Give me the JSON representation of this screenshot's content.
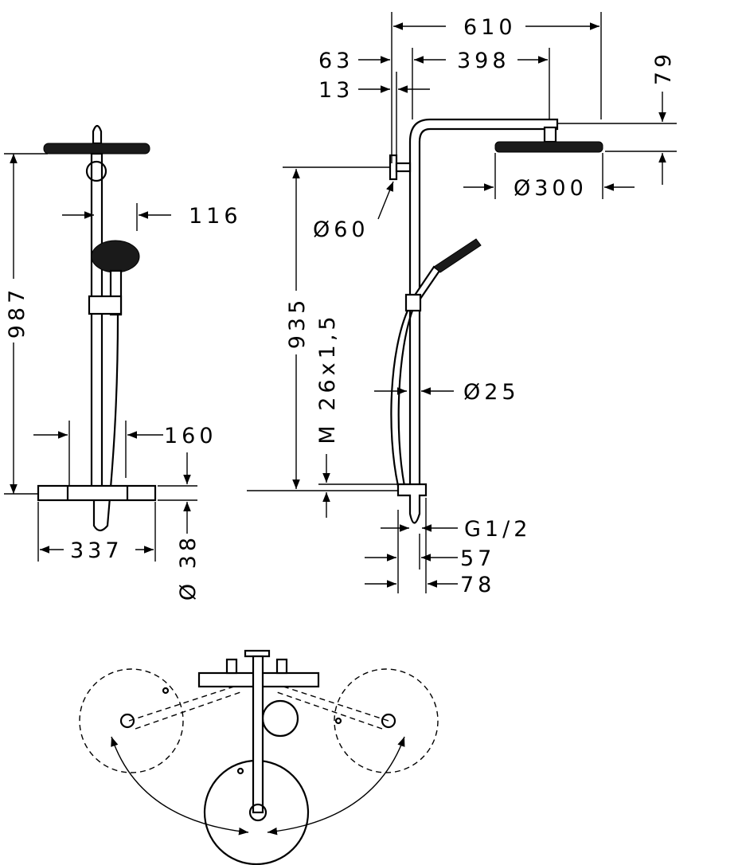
{
  "drawing": {
    "front_view": {
      "height_987": "987",
      "handshower_116": "116",
      "offset_160": "160",
      "width_337": "337",
      "diameter_38": "Ø 38"
    },
    "side_view": {
      "width_610": "610",
      "wall_63": "63",
      "arm_398": "398",
      "drop_79": "79",
      "wall_13": "13",
      "head_300": "Ø300",
      "flange_60": "Ø60",
      "height_935": "935",
      "thread": "M 26x1,5",
      "pipe_25": "Ø25",
      "connection": "G1/2",
      "depth_57": "57",
      "depth_78": "78"
    }
  }
}
